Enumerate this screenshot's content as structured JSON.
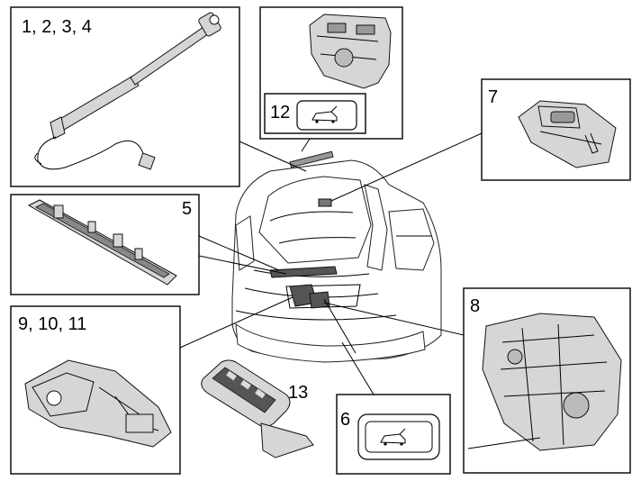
{
  "callouts": {
    "strut": "1, 2, 3, 4",
    "handle_switch": "12",
    "sensor": "7",
    "light_bar": "5",
    "motor": "8",
    "lock": "9, 10, 11",
    "key_fob": "13",
    "button": "6"
  }
}
